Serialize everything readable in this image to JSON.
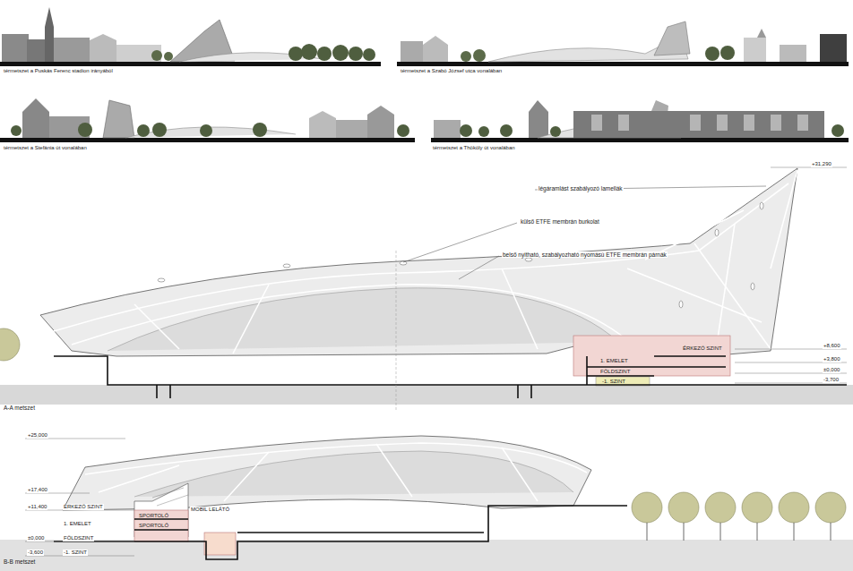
{
  "diagram": {
    "labels": [
      "térmetszet a Puskás Ferenc stadion irányából",
      "térmetszet a Szabó József utca vonalában",
      "térmetszet a Stefánia út vonalában",
      "térmetszet a Thököly út vonalában",
      "légáramlást szabályozó lamellák",
      "külső ETFE membrán burkolat",
      "belső nyitható, szabályozható nyomású ETFE membrán párnák",
      "+31,290",
      "+8,600",
      "+3,800",
      "±0,000",
      "-3,700",
      "ÉRKEZŐ SZINT",
      "1. EMELET",
      "FÖLDSZINT",
      "-1. SZINT",
      "A-A metszet",
      "+25,000",
      "+17,400",
      "+11,400",
      "±0,000",
      "-3,600",
      "ÉRKEZŐ SZINT",
      "1. EMELET",
      "FÖLDSZINT",
      "-1. SZINT",
      "SPORTOLÓ",
      "SPORTOLÓ",
      "MOBIL LELÁTÓ",
      "B-B metszet"
    ]
  }
}
